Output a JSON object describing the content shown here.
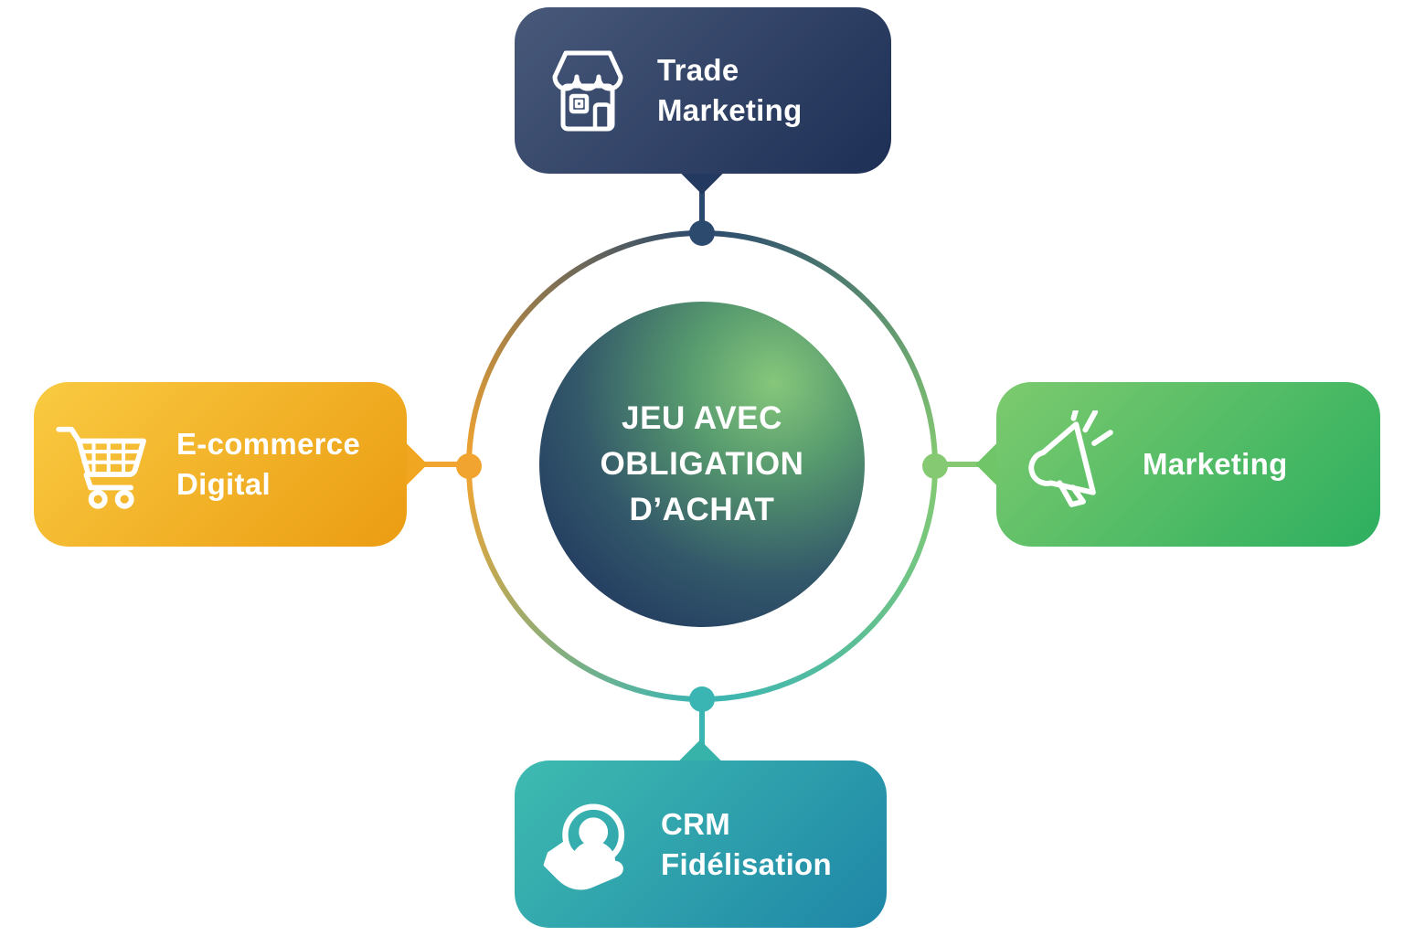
{
  "diagram": {
    "center": {
      "title": "JEU AVEC OBLIGATION D’ACHAT",
      "circle_gradient": [
        "#86c77b",
        "#20365b"
      ]
    },
    "nodes": [
      {
        "id": "trade-marketing",
        "position": "top",
        "label_line1": "Trade",
        "label_line2": "Marketing",
        "icon": "storefront-icon",
        "gradient": [
          "#48597a",
          "#1d2f55"
        ],
        "dot_color": "#2c4a6d"
      },
      {
        "id": "marketing",
        "position": "right",
        "label_line1": "Marketing",
        "icon": "megaphone-icon",
        "gradient": [
          "#7dca6e",
          "#2caf5f"
        ],
        "dot_color": "#85ca72"
      },
      {
        "id": "crm-fidelisation",
        "position": "bottom",
        "label_line1": "CRM",
        "label_line2": "Fidélisation",
        "icon": "crm-loyalty-icon",
        "gradient": [
          "#3ebbb0",
          "#1f86a8"
        ],
        "dot_color": "#3bb5b3"
      },
      {
        "id": "ecommerce-digital",
        "position": "left",
        "label_line1": "E-commerce",
        "label_line2": "Digital",
        "icon": "shopping-cart-icon",
        "gradient": [
          "#f9ca41",
          "#eb9c12"
        ],
        "dot_color": "#f2a430"
      }
    ],
    "ring_colors": {
      "top": "#2c4a6d",
      "right": "#85ca72",
      "bottom": "#3bb5b3",
      "left": "#f2a430"
    }
  }
}
